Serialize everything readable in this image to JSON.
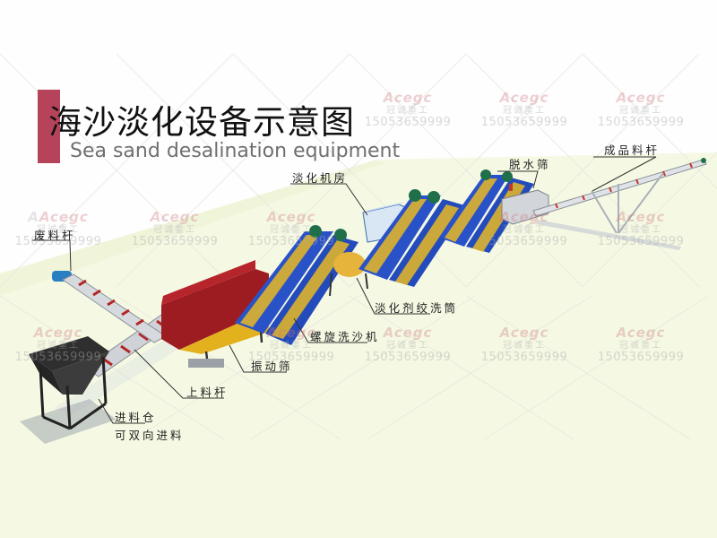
{
  "title": {
    "cn": "海沙淡化设备示意图",
    "en": "Sea sand desalination equipment",
    "accent_color": "#b5435a"
  },
  "callouts": [
    {
      "id": "waste-conveyor",
      "label": "废料杆"
    },
    {
      "id": "desalination-room",
      "label": "淡化机房"
    },
    {
      "id": "dewatering-screen",
      "label": "脱水筛"
    },
    {
      "id": "product-conveyor",
      "label": "成品料杆"
    },
    {
      "id": "desalinating-agent-drum",
      "label": "淡化剂绞洗筒"
    },
    {
      "id": "spiral-sand-washer",
      "label": "螺旋洗沙机"
    },
    {
      "id": "vibrating-screen",
      "label": "振动筛"
    },
    {
      "id": "feed-conveyor",
      "label": "上料杆"
    },
    {
      "id": "feed-hopper",
      "label": "进料仓"
    },
    {
      "id": "feed-hopper-note",
      "label": "可双向进料"
    }
  ],
  "watermark": {
    "logo": "Acegc",
    "logo_mark": "®",
    "company": "冠诚重工",
    "phone": "15053659999"
  },
  "colors": {
    "ground": "#f5f9e3",
    "washer_blue": "#2a52c8",
    "washer_yellow": "#e9b923",
    "screen_red": "#9c1c22",
    "motor_green": "#1f6f4a",
    "hopper": "#333333"
  }
}
